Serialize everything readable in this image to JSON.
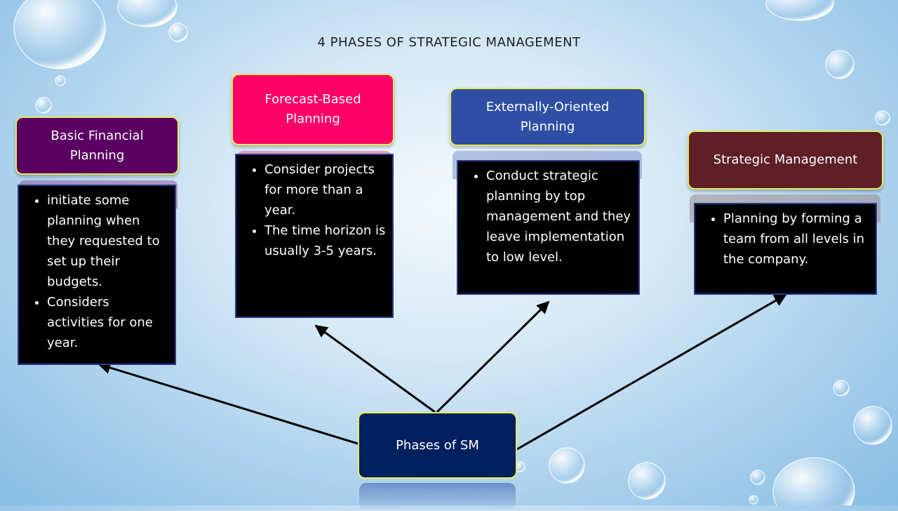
{
  "title": "4 PHASES OF STRATEGIC MANAGEMENT",
  "center_label": "Phases of SM",
  "colors": {
    "phase1": "#5b0063",
    "phase2": "#ff0066",
    "phase3": "#2e4fa3",
    "phase4": "#5e1f27",
    "center": "#002060",
    "border": "#e7ec5a"
  },
  "phases": [
    {
      "heading": "Basic Financial Planning",
      "bullets": [
        "initiate some planning when they requested to set up their budgets.",
        "Considers activities for one year."
      ]
    },
    {
      "heading": "Forecast-Based Planning",
      "bullets": [
        "Consider projects for more than a year.",
        "The time horizon is usually 3-5 years."
      ]
    },
    {
      "heading": "Externally-Oriented Planning",
      "bullets": [
        "Conduct strategic planning by top management and they leave implementation to low level."
      ]
    },
    {
      "heading": "Strategic Management",
      "bullets": [
        "Planning by forming a team from all levels in the company."
      ]
    }
  ]
}
